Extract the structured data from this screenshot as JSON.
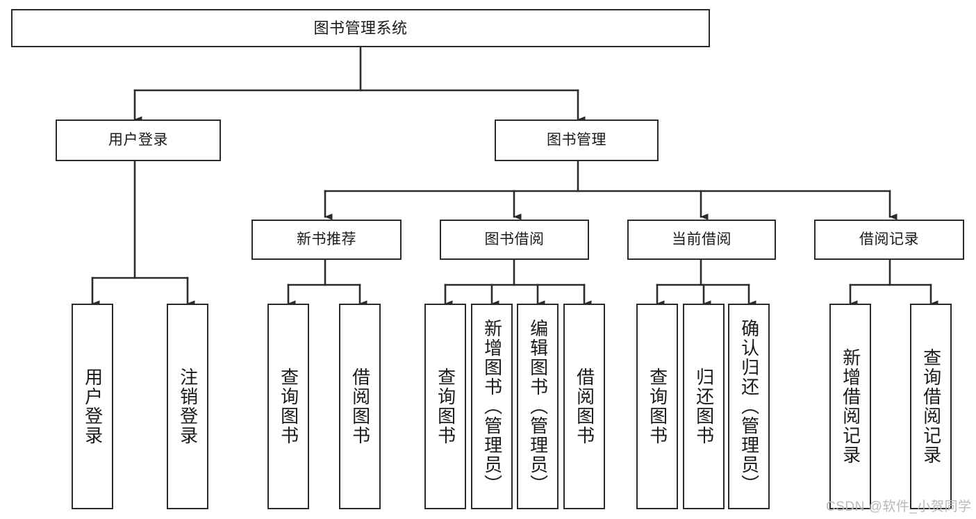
{
  "diagram": {
    "title": "图书管理系统",
    "watermark": "CSDN @软件_小贺同学",
    "stroke_color": "#2b2b2b",
    "fill_color": "#ffffff",
    "text_color": "#1a1a1a",
    "watermark_color": "#b8b8b8",
    "nodes": {
      "root": {
        "label": "图书管理系统"
      },
      "tier1": [
        {
          "label": "用户登录"
        },
        {
          "label": "图书管理"
        }
      ],
      "tier2": [
        {
          "label": "新书推荐"
        },
        {
          "label": "图书借阅"
        },
        {
          "label": "当前借阅"
        },
        {
          "label": "借阅记录"
        }
      ],
      "leaves_user_login": [
        {
          "label": "用户登录"
        },
        {
          "label": "注销登录"
        }
      ],
      "leaves_new_book": [
        {
          "label": "查询图书"
        },
        {
          "label": "借阅图书"
        }
      ],
      "leaves_borrow": [
        {
          "label": "查询图书"
        },
        {
          "label": "新增图书（管理员）"
        },
        {
          "label": "编辑图书（管理员）"
        },
        {
          "label": "借阅图书"
        }
      ],
      "leaves_current": [
        {
          "label": "查询图书"
        },
        {
          "label": "归还图书"
        },
        {
          "label": "确认归还（管理员）"
        }
      ],
      "leaves_records": [
        {
          "label": "新增借阅记录"
        },
        {
          "label": "查询借阅记录"
        }
      ]
    }
  }
}
